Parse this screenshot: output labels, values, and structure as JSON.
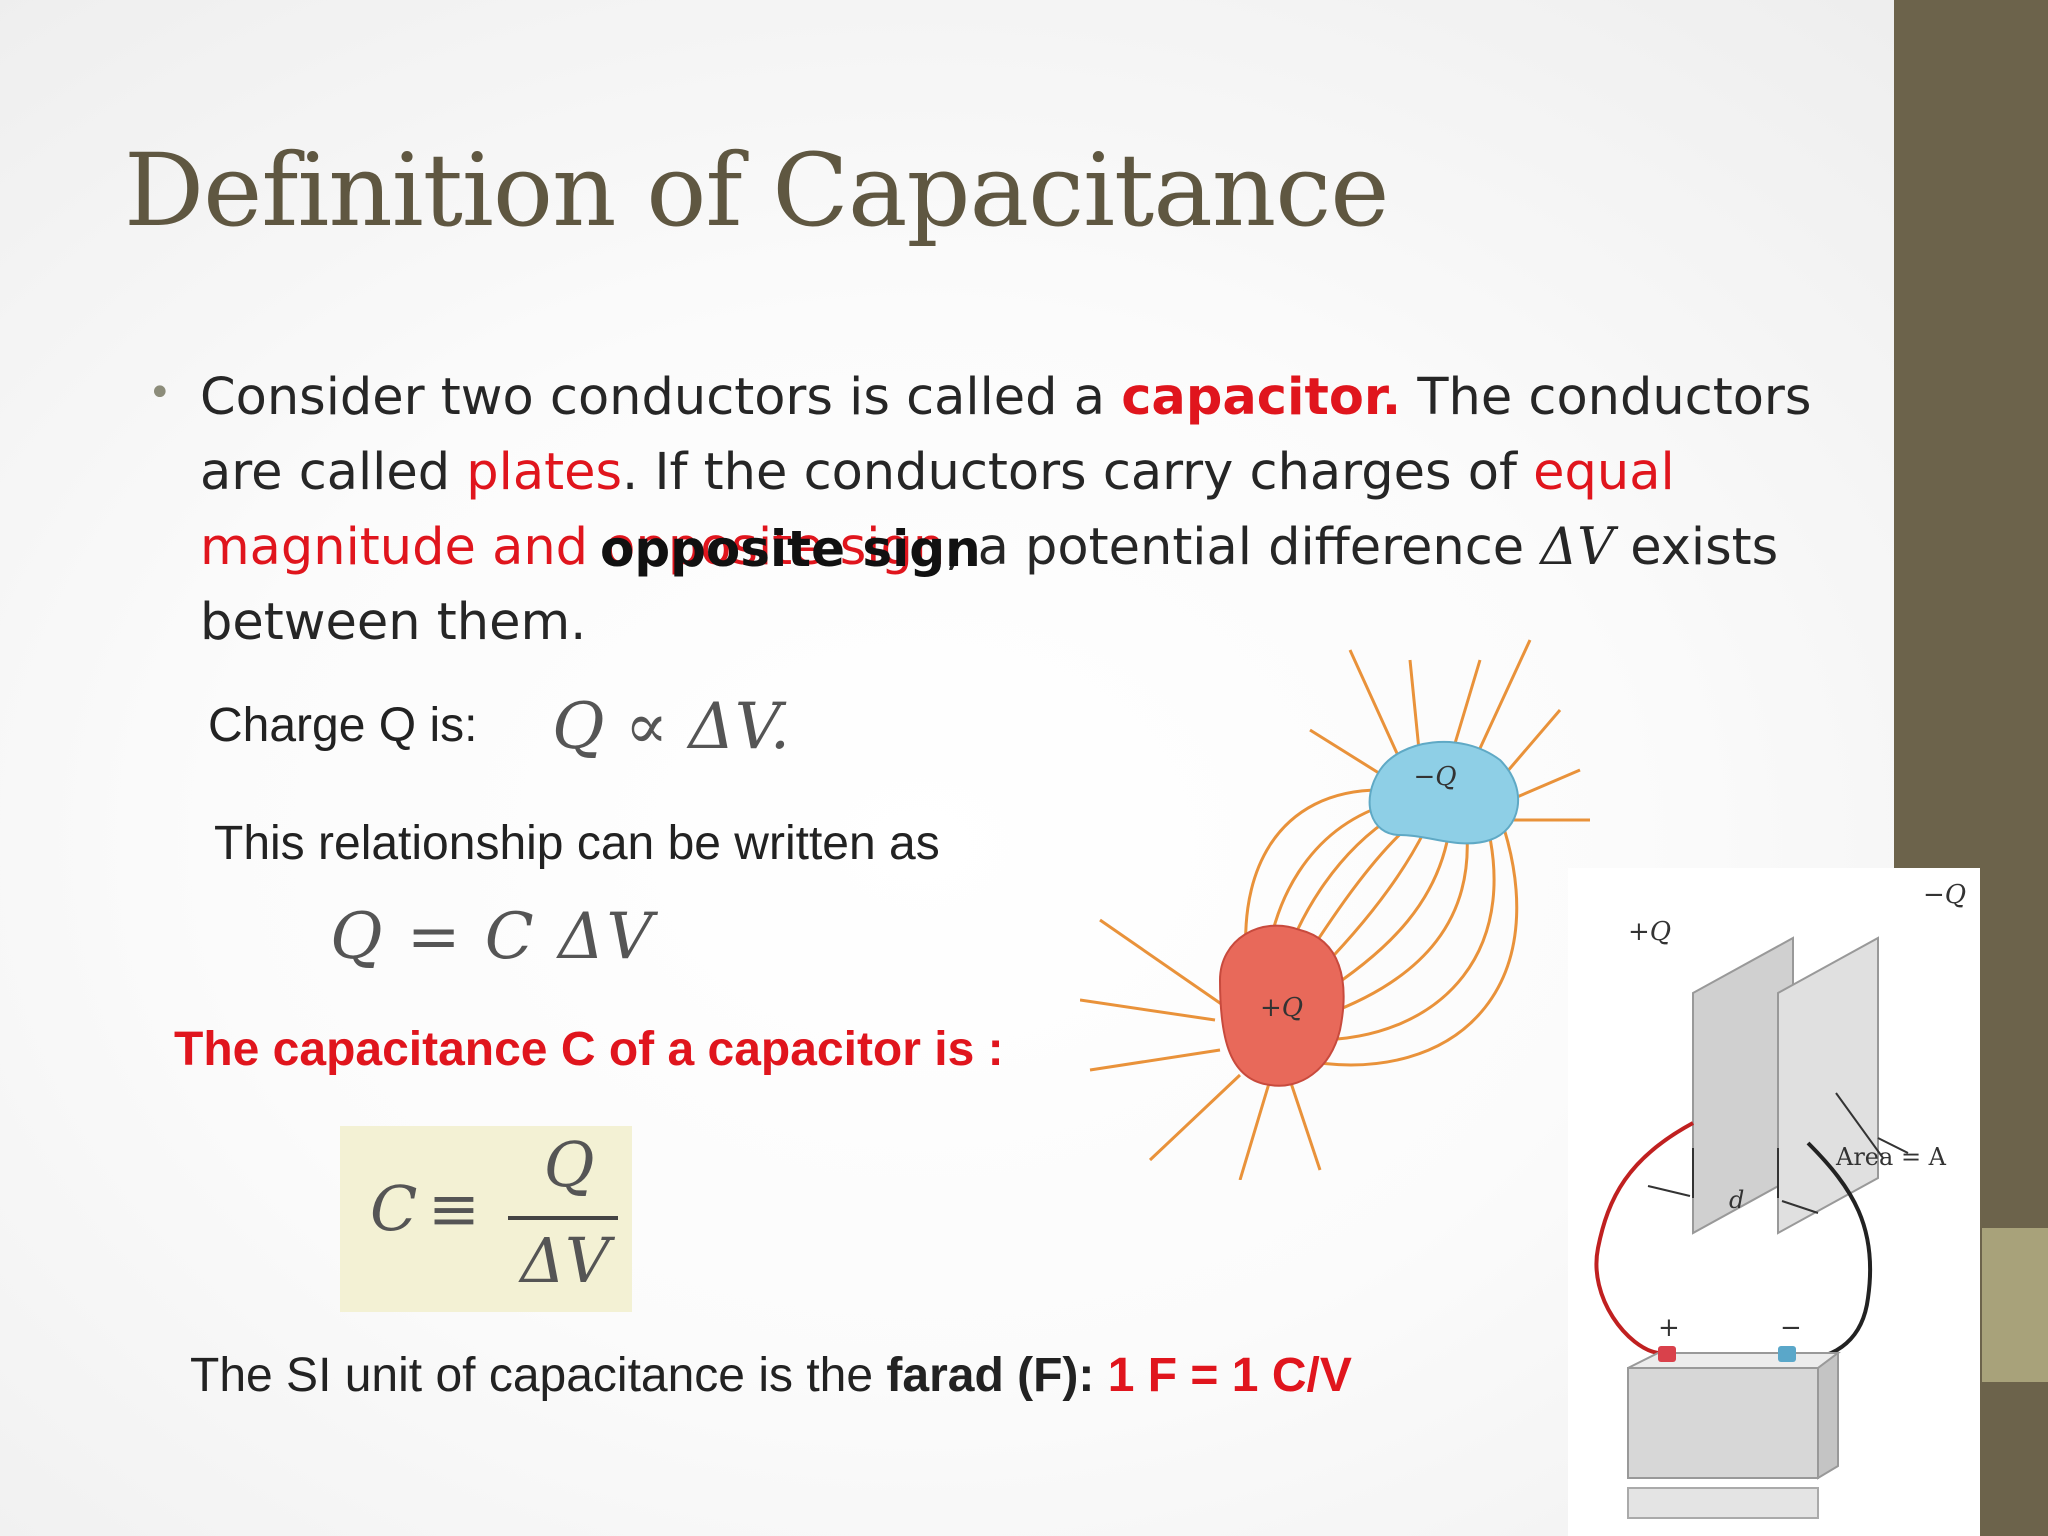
{
  "slide": {
    "title": "Definition of Capacitance",
    "bullet": {
      "t1": "Consider two conductors is called a ",
      "t2": "capacitor.",
      "t3": " The conductors are called ",
      "t4": "plates",
      "t5": ". If the conductors carry charges of ",
      "t6": "equal magnitude and opposite sign",
      "t7": ", a potential difference ",
      "t8": "ΔV",
      "t9": " exists between them."
    },
    "overlay_text": "opposite sign",
    "charge_label": "Charge Q is:",
    "charge_equation": "Q ∝ ΔV.",
    "relationship_text": "This relationship can be written as",
    "relationship_equation": "Q = C ΔV",
    "capacitance_definition": "The capacitance C of a capacitor is :",
    "formula": {
      "lhs": "C",
      "op": "≡",
      "numerator": "Q",
      "denominator": "ΔV"
    },
    "si_unit": {
      "prefix": "The SI unit of capacitance is the ",
      "unit": "farad (F):",
      "value": " 1 F = 1 C/V"
    }
  },
  "charges_figure": {
    "negative_label": "−Q",
    "positive_label": "+Q"
  },
  "plates_figure": {
    "plus_q": "+Q",
    "minus_q": "−Q",
    "area": "Area = A",
    "gap": "d",
    "plus_terminal": "+",
    "minus_terminal": "−"
  },
  "colors": {
    "title": "#5f5741",
    "accent_red": "#e0151d",
    "band": "#6c634b",
    "band_accent": "#a8a27a",
    "field_lines": "#e9923a"
  }
}
